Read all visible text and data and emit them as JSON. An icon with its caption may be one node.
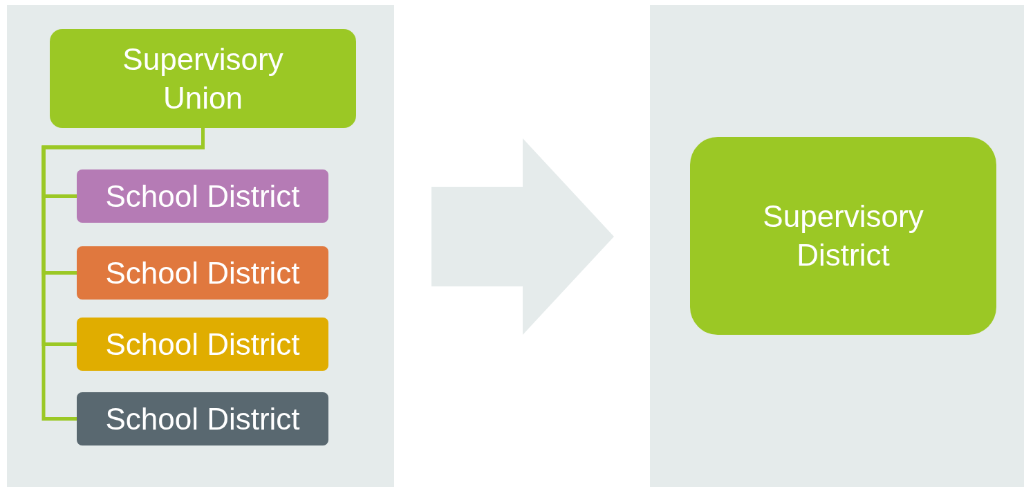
{
  "diagram": {
    "nodes": [
      {
        "text": [],
        "shape": "box"
      },
      {
        "text": [
          "Supervisory Union"
        ],
        "in": 0
      },
      {
        "text": [
          "School District"
        ],
        "in": 0
      },
      {
        "text": [
          "School District"
        ],
        "in": 0
      },
      {
        "text": [
          "School District"
        ],
        "in": 0
      },
      {
        "text": [
          "School District"
        ],
        "in": 0
      },
      {
        "text": [],
        "shape": "box"
      },
      {
        "text": [
          "Supervisory District"
        ],
        "in": 6
      }
    ],
    "edges": [
      {
        "from": 1,
        "to": 2,
        "arrow": "none"
      },
      {
        "from": 1,
        "to": 3,
        "arrow": "none"
      },
      {
        "from": 1,
        "to": 4,
        "arrow": "none"
      },
      {
        "from": 1,
        "to": 5,
        "arrow": "none"
      },
      {
        "from": 0,
        "to": 6,
        "arrow": "to",
        "style": "thick",
        "color": "#e5ebeb"
      }
    ]
  }
}
